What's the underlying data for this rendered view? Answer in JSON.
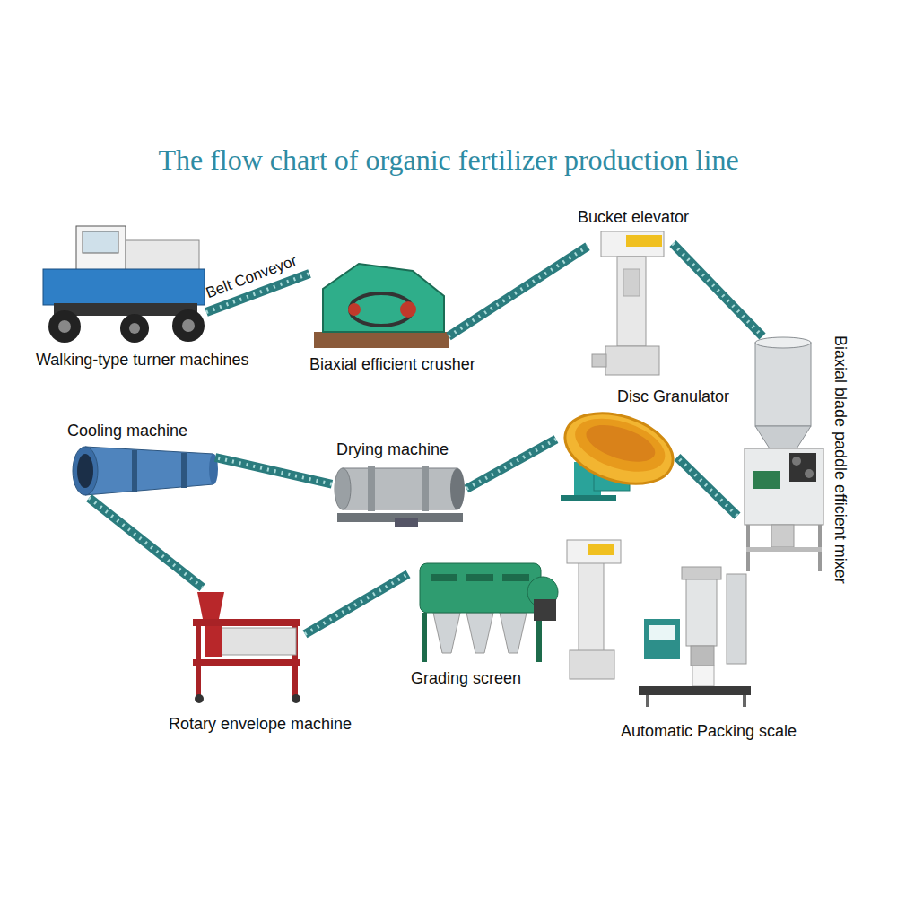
{
  "diagram": {
    "title": "The flow chart of organic fertilizer production line",
    "nodes": [
      {
        "text": [
          "Walking-type turner machines"
        ]
      },
      {
        "text": [
          "Biaxial efficient crusher"
        ]
      },
      {
        "text": [
          "Bucket elevator"
        ]
      },
      {
        "text": [
          "Biaxial blade paddle efficient mixer"
        ]
      },
      {
        "text": [
          "Disc Granulator"
        ]
      },
      {
        "text": [
          "Drying machine"
        ]
      },
      {
        "text": [
          "Cooling machine"
        ]
      },
      {
        "text": [
          "Rotary envelope machine"
        ]
      },
      {
        "text": [
          "Grading screen"
        ]
      },
      {
        "text": [
          "Automatic Packing scale"
        ]
      }
    ],
    "edges": [
      {
        "from": 0,
        "to": 1,
        "arrow": "none",
        "label": "Belt Conveyor"
      },
      {
        "from": 1,
        "to": 2,
        "arrow": "none"
      },
      {
        "from": 2,
        "to": 3,
        "arrow": "none"
      },
      {
        "from": 3,
        "to": 4,
        "arrow": "none"
      },
      {
        "from": 4,
        "to": 5,
        "arrow": "none"
      },
      {
        "from": 5,
        "to": 6,
        "arrow": "none"
      },
      {
        "from": 6,
        "to": 7,
        "arrow": "none"
      },
      {
        "from": 7,
        "to": 8,
        "arrow": "none"
      }
    ]
  }
}
